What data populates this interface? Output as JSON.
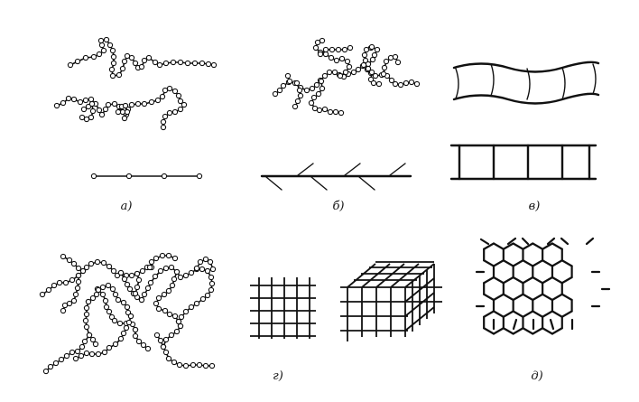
{
  "panels": [
    {
      "id": "a",
      "label": "а)",
      "content": "linear-polymer-chains"
    },
    {
      "id": "b",
      "label": "б)",
      "content": "branched-polymer-chains"
    },
    {
      "id": "v",
      "label": "в)",
      "content": "ladder-polymer"
    },
    {
      "id": "g",
      "label": "г)",
      "content": "network-polymer"
    },
    {
      "id": "d",
      "label": "д)",
      "content": "parquet-hexagonal-polymer"
    }
  ],
  "colors": {
    "ink": "#111111",
    "background": "#ffffff"
  }
}
